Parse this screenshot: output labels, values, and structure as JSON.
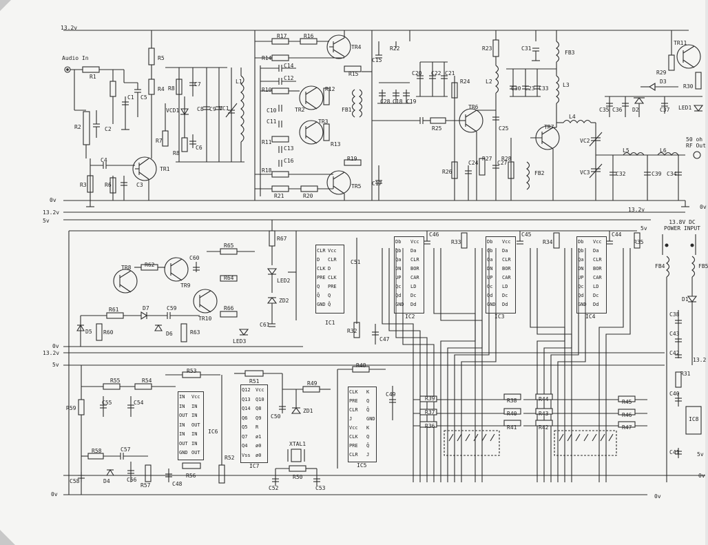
{
  "rails": {
    "v13_top": "13.2v",
    "audio_in": "Audio In",
    "ov_1": "0v",
    "v13_a": "13.2v",
    "v5_a": "5v",
    "v13_b": "13.2v",
    "ov_2": "0v",
    "v13_c": "13.2v",
    "v5_b": "5v",
    "ov_3": "0v",
    "ov_4": "0v",
    "v5_c": "5v",
    "rf_out": "50 oh\nRF Out",
    "power_in": "13.8V DC\nPOWER INPUT",
    "v13_right": "13.2",
    "v5_right": "5v",
    "ov_right": "0v",
    "ov_right2": "0v"
  },
  "components": {
    "R1": "R1",
    "R2": "R2",
    "R3": "R3",
    "R4": "R4",
    "R5": "R5",
    "R6": "R6",
    "R7": "R7",
    "R8": "R8",
    "R8b": "R8",
    "C1": "C1",
    "C2": "C2",
    "C3": "C3",
    "C4": "C4",
    "C5": "C5",
    "C6": "C6",
    "C7": "C7",
    "C8": "C8",
    "C9": "C9",
    "VCD1": "VCD1",
    "VC1": "VC1",
    "L1": "L1",
    "TR1": "TR1",
    "R17": "R17",
    "R16": "R16",
    "R14": "R14",
    "R15": "R15",
    "R10": "R10",
    "R12": "R12",
    "R11": "R11",
    "R13": "R13",
    "R18": "R18",
    "R19": "R19",
    "R20": "R20",
    "R21": "R21",
    "R22": "R22",
    "C14": "C14",
    "C12": "C12",
    "C10": "C10",
    "C11": "C11",
    "C13": "C13",
    "C16": "C16",
    "C15": "C15",
    "C17": "C17",
    "C28": "C28",
    "C18": "C18",
    "C19": "C19",
    "FB1": "FB1",
    "TR2": "TR2",
    "TR3": "TR3",
    "TR4": "TR4",
    "TR5": "TR5",
    "C20": "C20",
    "C22": "C22",
    "C21": "C21",
    "R24": "R24",
    "R25": "R25",
    "R26": "R26",
    "C24": "C24",
    "R27": "R27",
    "C27": "C27",
    "R28": "R28",
    "TR6": "TR6",
    "R23": "R23",
    "L2": "L2",
    "C25": "C25",
    "C31": "C31",
    "FB3": "FB3",
    "C30": "C30",
    "C23": "C23",
    "C33": "C33",
    "L3": "L3",
    "L4": "L4",
    "TR7": "TR7",
    "FB2": "FB2",
    "VC2": "VC2",
    "VC3": "VC3",
    "L5": "L5",
    "L6": "L6",
    "C32": "C32",
    "C39": "C39",
    "C34": "C34",
    "TR11": "TR11",
    "R29": "R29",
    "R30": "R30",
    "D3": "D3",
    "D2": "D2",
    "C35": "C35",
    "C36": "C36",
    "C37": "C37",
    "LED1": "LED1",
    "R67": "R67",
    "R65": "R65",
    "R62": "R62",
    "R64": "R64",
    "R66": "R66",
    "C60": "C60",
    "C59": "C59",
    "C61": "C61",
    "TR8": "TR8",
    "TR9": "TR9",
    "TR10": "TR10",
    "LED2": "LED2",
    "ZD2": "ZD2",
    "LED3": "LED3",
    "R61": "R61",
    "D7": "D7",
    "D5": "D5",
    "D6": "D6",
    "R60": "R60",
    "R63": "R63",
    "C51": "C51",
    "IC1": "IC1",
    "R32": "R32",
    "C47": "C47",
    "C46": "C46",
    "R33": "R33",
    "IC2": "IC2",
    "C45": "C45",
    "R34": "R34",
    "IC3": "IC3",
    "C44": "C44",
    "R35": "R35",
    "IC4": "IC4",
    "FB4": "FB4",
    "FB5": "FB5",
    "D1": "D1",
    "C38": "C38",
    "C43": "C43",
    "C42": "C42",
    "R31": "R31",
    "C40": "C40",
    "IC8": "IC8",
    "C41": "C41",
    "R53": "R53",
    "R55": "R55",
    "R54": "R54",
    "R59": "R59",
    "C55": "C55",
    "C54": "C54",
    "IC6": "IC6",
    "R56": "R56",
    "C48": "C48",
    "R58": "R58",
    "C57": "C57",
    "D4": "D4",
    "C56": "C56",
    "R57": "R57",
    "C58": "C58",
    "R51": "R51",
    "R49": "R49",
    "C50": "C50",
    "ZD1": "ZD1",
    "IC7": "IC7",
    "R52": "R52",
    "XTAL1": "XTAL1",
    "R50": "R50",
    "C52": "C52",
    "C53": "C53",
    "R48": "R48",
    "IC5": "IC5",
    "C49": "C49",
    "R39": "R39",
    "R37": "R37",
    "R36": "R36",
    "R38": "R38",
    "R40": "R40",
    "R41": "R41",
    "R44": "R44",
    "R43": "R43",
    "R42": "R42",
    "R45": "R45",
    "R46": "R46",
    "R47": "R47"
  },
  "ic_pins": {
    "IC1_left": [
      "CLR",
      "D",
      "CLK",
      "PRE",
      "Q",
      "Q̄",
      "GND"
    ],
    "IC1_right": [
      "Vcc",
      "CLR",
      "D",
      "CLK",
      "PRE",
      "Q",
      "Q̄"
    ],
    "IC2_left": [
      "Db",
      "Qb",
      "Qa",
      "DN",
      "UP",
      "Qc",
      "Qd",
      "GND"
    ],
    "IC2_right": [
      "Vcc",
      "Da",
      "CLR",
      "BOR",
      "CAR",
      "LD",
      "Dc",
      "Dd"
    ],
    "IC3_left": [
      "Db",
      "Qb",
      "Qa",
      "DN",
      "UP",
      "Qc",
      "Qd",
      "GND"
    ],
    "IC3_right": [
      "Vcc",
      "Da",
      "CLR",
      "BOR",
      "CAR",
      "LD",
      "Dc",
      "Dd"
    ],
    "IC4_left": [
      "Db",
      "Qb",
      "Qa",
      "DN",
      "UP",
      "Qc",
      "Qd",
      "GND"
    ],
    "IC4_right": [
      "Vcc",
      "Da",
      "CLR",
      "BOR",
      "CAR",
      "LD",
      "Dc",
      "Dd"
    ],
    "IC6_left": [
      "IN",
      "IN",
      "OUT",
      "IN",
      "IN",
      "OUT",
      "GND"
    ],
    "IC6_right": [
      "Vcc",
      "IN",
      "IN",
      "OUT",
      "IN",
      "IN",
      "OUT"
    ],
    "IC7_left": [
      "Q12",
      "Q13",
      "Q14",
      "Q6",
      "Q5",
      "Q7",
      "Q4",
      "Vss"
    ],
    "IC7_right": [
      "Vcc",
      "Q10",
      "Q8",
      "Q9",
      "R",
      "ø1",
      "ø0",
      "ø0"
    ],
    "IC5_left": [
      "CLK",
      "PRE",
      "CLR",
      "J",
      "Vcc",
      "CLK",
      "PRE",
      "CLR"
    ],
    "IC5_right": [
      "K",
      "Q",
      "Q̄",
      "GND",
      "K",
      "Q",
      "Q̄",
      "J"
    ]
  }
}
